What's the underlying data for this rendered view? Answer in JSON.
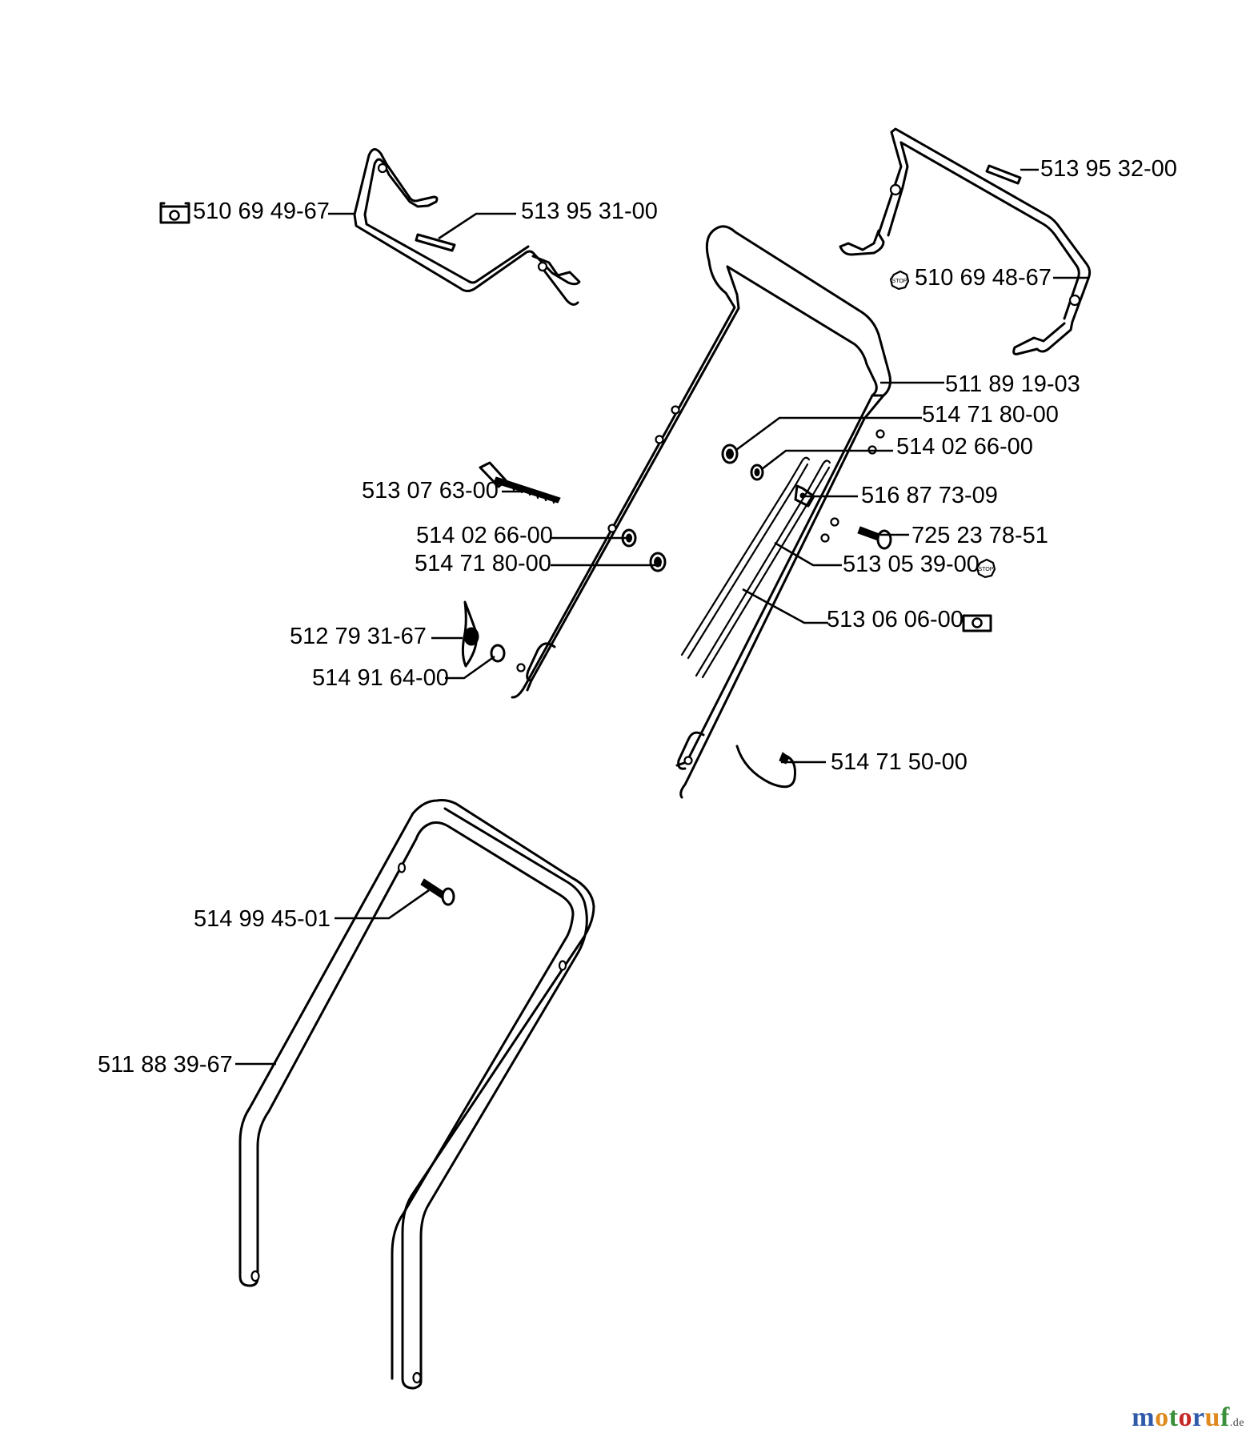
{
  "labels": {
    "p1": "510 69 49-67",
    "p2": "513 95 31-00",
    "p3": "513 95 32-00",
    "p4": "510 69 48-67",
    "p5": "511 89 19-03",
    "p6": "514 71 80-00",
    "p7": "514 02 66-00",
    "p8": "513 07 63-00",
    "p9": "514 02 66-00",
    "p10": "514 71 80-00",
    "p11": "516 87 73-09",
    "p12": "725 23 78-51",
    "p13": "513 05 39-00",
    "p14": "512 79 31-67",
    "p15": "513 06 06-00",
    "p16": "514 91 64-00",
    "p17": "514 71 50-00",
    "p18": "514 99 45-01",
    "p19": "511 88 39-67"
  },
  "stop_symbol": "STOP",
  "watermark": {
    "colors": [
      "#2e5aa8",
      "#e08a1e",
      "#3a8f3a",
      "#c62828"
    ],
    "letters": [
      "m",
      "o",
      "t",
      "o",
      "r",
      "u",
      "f"
    ],
    "tld": ".de"
  }
}
